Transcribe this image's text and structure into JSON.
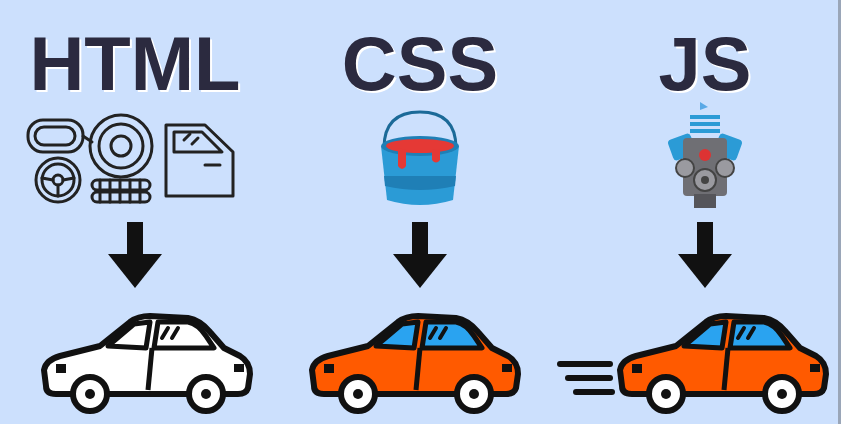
{
  "diagram": {
    "labels": [
      "HTML",
      "CSS",
      "JS"
    ]
  }
}
